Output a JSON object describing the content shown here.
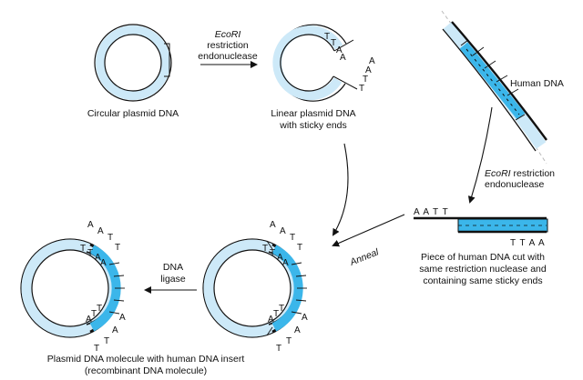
{
  "colors": {
    "plasmid_fill": "#cde9f8",
    "human_fill": "#3bb6ea",
    "outline": "#111111",
    "background": "#ffffff"
  },
  "labels": {
    "circular_plasmid": "Circular plasmid DNA",
    "ecori_1_a": "EcoRI",
    "ecori_1_b": "restriction",
    "ecori_1_c": "endonuclease",
    "linear_1": "Linear plasmid DNA",
    "linear_2": "with sticky ends",
    "human_dna": "Human DNA",
    "ecori_2_a": "EcoRI",
    "ecori_2_b": " restriction",
    "ecori_2_c": "endonuclease",
    "piece_1": "Piece of human DNA cut with",
    "piece_2": "same restriction nuclease and",
    "piece_3": "containing same sticky ends",
    "anneal": "Anneal",
    "ligase_1": "DNA",
    "ligase_2": "ligase",
    "recomb_1": "Plasmid DNA molecule with human DNA insert",
    "recomb_2": "(recombinant DNA molecule)"
  },
  "bases": {
    "sticky_top": [
      "T",
      "T",
      "A",
      "A"
    ],
    "sticky_bottom": [
      "A",
      "A",
      "T",
      "T"
    ],
    "fragment_left": "A A T T",
    "fragment_right": "T T A A",
    "junction_outer": [
      "A",
      "A",
      "T",
      "T"
    ],
    "junction_inner": [
      "T",
      "T",
      "A",
      "A"
    ]
  }
}
